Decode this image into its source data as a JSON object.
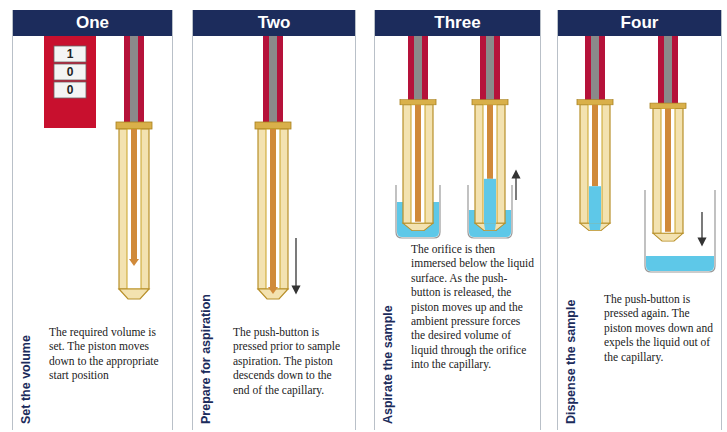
{
  "diagram": {
    "nodes": [
      {
        "text": [
          "One",
          "Set the volume",
          "The required volume is set. The piston moves down to the appropriate start position"
        ]
      },
      {
        "text": [
          "Two",
          "Prepare for aspiration",
          "The push-button is pressed prior to sample aspiration. The piston descends down to the end of the capillary."
        ]
      },
      {
        "text": [
          "Three",
          "Aspirate the sample",
          "The orifice is then immersed below the liquid surface. As the push-button is released, the piston moves up and the ambient pressure forces the desired volume of liquid through the orifice into the capillary."
        ]
      },
      {
        "text": [
          "Four",
          "Dispense the sample",
          "The push-button is pressed again. The piston moves down and expels the liquid out of the capillary."
        ]
      }
    ],
    "labels": [
      "1",
      "0",
      "0"
    ]
  }
}
